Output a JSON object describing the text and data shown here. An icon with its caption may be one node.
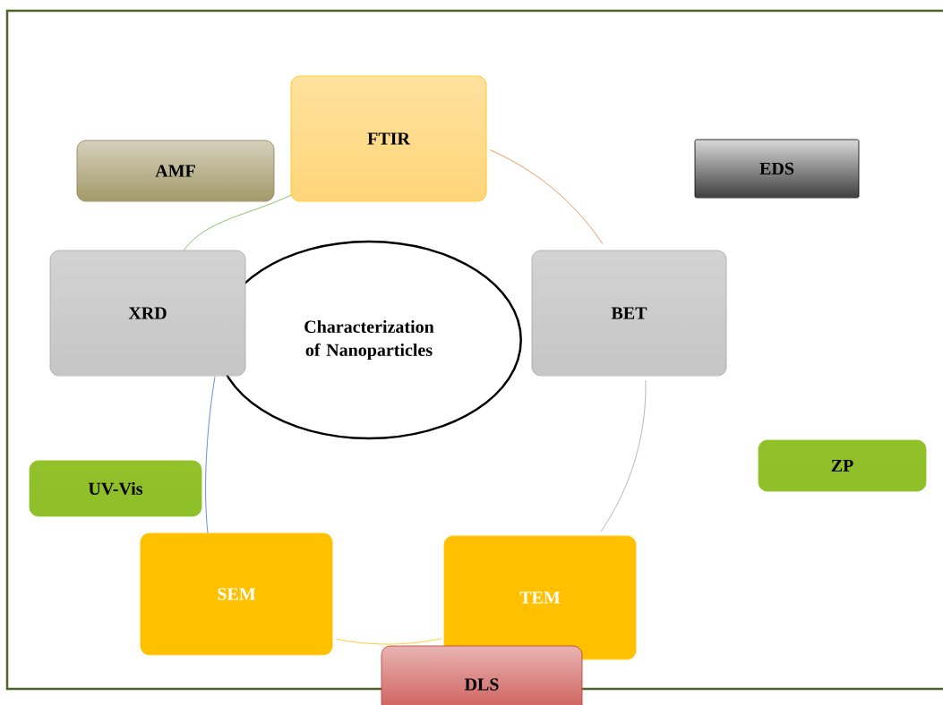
{
  "diagram": {
    "nodes": [
      {
        "text": [
          "Characterization of Nanoparticles"
        ]
      },
      {
        "text": [
          "FTIR"
        ]
      },
      {
        "text": [
          "AMF"
        ]
      },
      {
        "text": [
          "EDS"
        ]
      },
      {
        "text": [
          "XRD"
        ]
      },
      {
        "text": [
          "BET"
        ]
      },
      {
        "text": [
          "ZP"
        ]
      },
      {
        "text": [
          "UV-Vis"
        ]
      },
      {
        "text": [
          "SEM"
        ]
      },
      {
        "text": [
          "TEM"
        ]
      },
      {
        "text": [
          "DLS"
        ]
      }
    ],
    "edges": [
      {
        "from": 1,
        "to": 5,
        "arrow": "none",
        "color": "#ed7d31"
      },
      {
        "from": 5,
        "to": 9,
        "arrow": "none",
        "color": "#a5a5a5"
      },
      {
        "from": 9,
        "to": 8,
        "arrow": "none",
        "color": "#ffc000"
      },
      {
        "from": 8,
        "to": 4,
        "arrow": "none",
        "color": "#4472c4"
      },
      {
        "from": 4,
        "to": 1,
        "arrow": "none",
        "color": "#70ad47"
      }
    ]
  }
}
